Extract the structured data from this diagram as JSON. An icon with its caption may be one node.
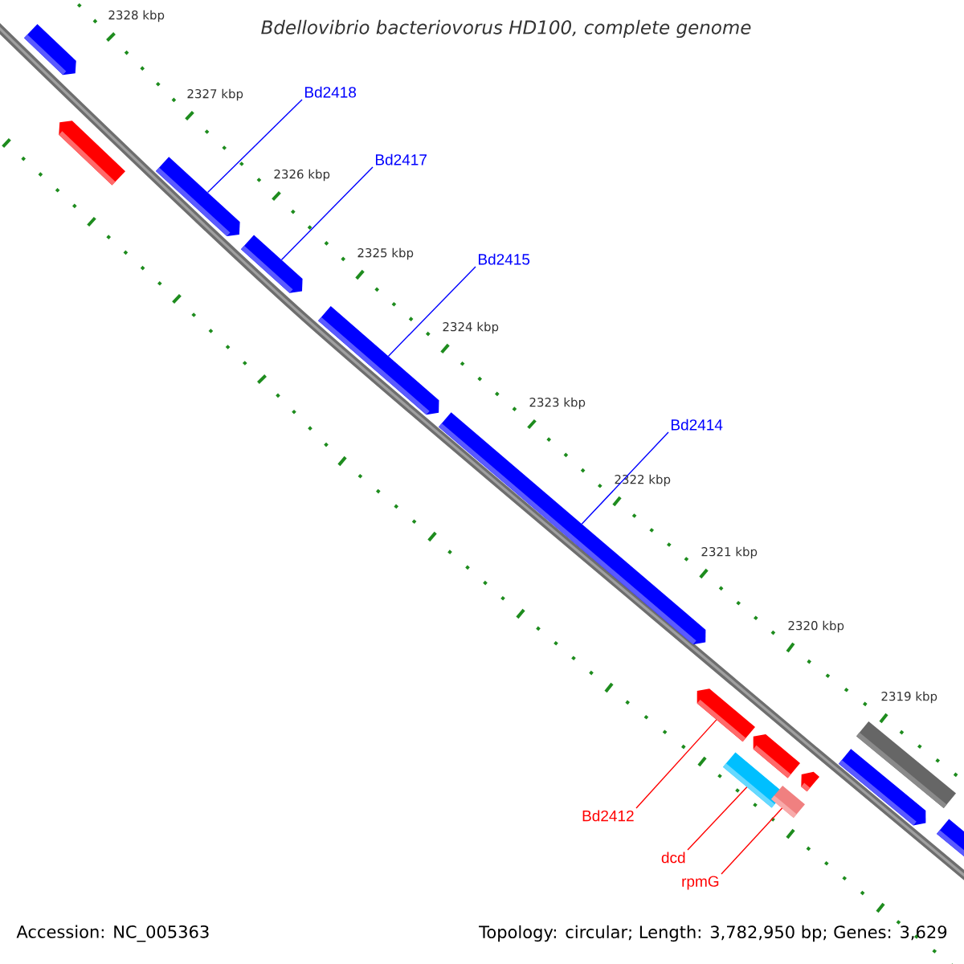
{
  "diagram": {
    "title": "*Bdellovibrio bacteriovorus* HD100, complete genome",
    "nodes": [
      {
        "text": [],
        "shape": "bar"
      },
      {
        "text": [],
        "shape": "bar"
      },
      {
        "text": [],
        "shape": "bar"
      },
      {
        "text": [],
        "shape": "bar"
      },
      {
        "text": [],
        "shape": "bar"
      },
      {
        "text": [],
        "shape": "bar"
      },
      {
        "text": [],
        "shape": "bar"
      },
      {
        "text": [],
        "shape": "bar"
      },
      {
        "text": [],
        "shape": "bar"
      },
      {
        "text": [],
        "shape": "box"
      },
      {
        "text": [],
        "shape": "box"
      },
      {
        "text": [],
        "shape": "box"
      },
      {
        "text": [],
        "shape": "bar"
      },
      {
        "text": [],
        "shape": "bar"
      },
      {
        "text": [
          "Bd2418"
        ]
      },
      {
        "text": [
          "Bd2417"
        ]
      },
      {
        "text": [
          "Bd2415"
        ]
      },
      {
        "text": [
          "Bd2414"
        ]
      },
      {
        "text": [
          "Bd2412"
        ]
      },
      {
        "text": [
          "dcd"
        ]
      },
      {
        "text": [
          "rpmG"
        ]
      }
    ],
    "edges": [
      {
        "from": 14,
        "to": 2,
        "arrow": "none"
      },
      {
        "from": 15,
        "to": 3,
        "arrow": "none"
      },
      {
        "from": 16,
        "to": 4,
        "arrow": "none"
      },
      {
        "from": 17,
        "to": 5,
        "arrow": "none"
      },
      {
        "from": 18,
        "to": 6,
        "arrow": "none",
        "color": "#ff0000"
      },
      {
        "from": 19,
        "to": 9,
        "arrow": "none",
        "color": "#ff0000"
      },
      {
        "from": 20,
        "to": 10,
        "arrow": "none",
        "color": "#ff0000"
      }
    ],
    "labels": [
      "2328 kbp",
      "2327 kbp",
      "2326 kbp",
      "2325 kbp",
      "2324 kbp",
      "2323 kbp",
      "2322 kbp",
      "2321 kbp",
      "2320 kbp",
      "2319 kbp",
      "Accession: NC_005363",
      "Topology: circular; Length: 3,782,950 bp; Genes: 3,629"
    ]
  }
}
